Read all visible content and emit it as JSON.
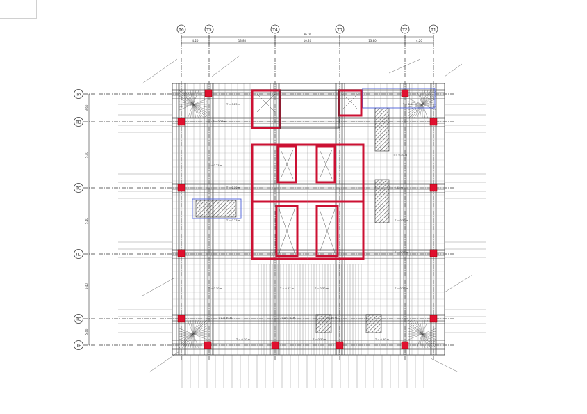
{
  "drawing": {
    "grid_columns": [
      "T6",
      "T5",
      "T4",
      "T3",
      "T2",
      "T1"
    ],
    "grid_rows": [
      "TA",
      "TB",
      "TC",
      "TD",
      "TE",
      "TF"
    ],
    "overall_dimension": "36.00",
    "column_dimensions": [
      "4.20",
      "13.80",
      "10.20",
      "13.80",
      "4.20"
    ],
    "row_dimensions": [
      "3.60",
      "5.40",
      "5.40",
      "5.40",
      "5.40"
    ],
    "level_notes": [
      "T = 0.23 m",
      "T = 0.30 m",
      "T = 0.23 m",
      "T = 0.23 m",
      "T = 0.30 m",
      "T = 0.30 m",
      "T = 0.23 m",
      "T = 0.23 m",
      "T = 0.30 m",
      "T = 0.27 m",
      "T = 0.30 m",
      "T = 0.27 m",
      "T = 0.30 m",
      "T = 0.27 m",
      "T = 0.30 m",
      "T = 0.30 m",
      "T = 0.30 m",
      "T = 0.30 m",
      "T = 0.30 m",
      "T = 0.30 m"
    ],
    "colors": {
      "structure": "#cc1133",
      "column_fill": "#e0102f",
      "line": "#333333",
      "highlight": "#4a5fd8",
      "hatch": "#555555"
    }
  }
}
